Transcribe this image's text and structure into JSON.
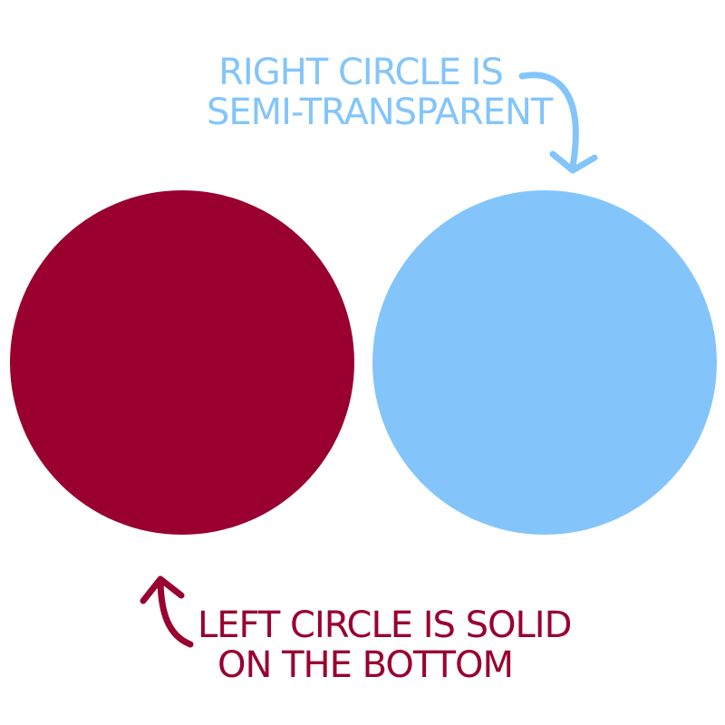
{
  "colors": {
    "left_circle": "#990030",
    "right_circle": "#83C5FB",
    "top_caption": "#83C5FB",
    "bottom_caption": "#990030"
  },
  "captions": {
    "top": {
      "line1": "RIGHT CIRCLE IS",
      "line2": "SEMI-TRANSPARENT"
    },
    "bottom": {
      "line1": "LEFT CIRCLE IS SOLID",
      "line2": "ON THE BOTTOM"
    }
  },
  "icons": {
    "top_arrow": "curved-arrow-down-icon",
    "bottom_arrow": "curved-arrow-up-icon"
  }
}
